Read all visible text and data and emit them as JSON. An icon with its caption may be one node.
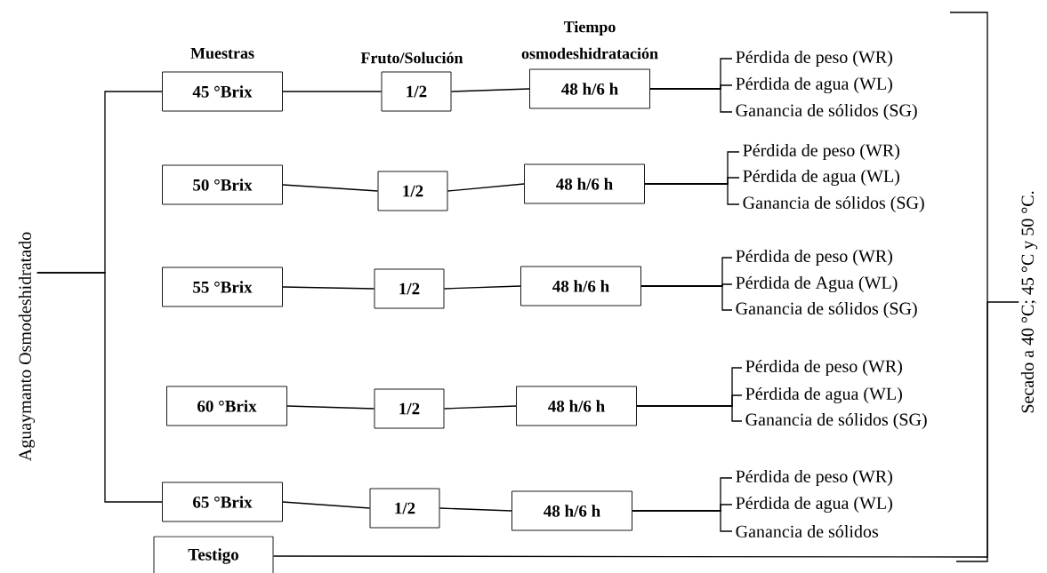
{
  "diagram": {
    "nodes": [
      {
        "text": [
          "Aguaymanto Osmodeshidratado"
        ]
      },
      {
        "text": [
          "45 °Brix"
        ]
      },
      {
        "text": [
          "1/2"
        ]
      },
      {
        "text": [
          "48 h/6 h"
        ]
      },
      {
        "text": [
          "Pérdida de peso (WR)"
        ]
      },
      {
        "text": [
          "Pérdida de agua (WL)"
        ]
      },
      {
        "text": [
          "Ganancia de sólidos (SG)"
        ]
      },
      {
        "text": [
          "50 °Brix"
        ]
      },
      {
        "text": [
          "1/2"
        ]
      },
      {
        "text": [
          "48 h/6 h"
        ]
      },
      {
        "text": [
          "Pérdida de peso (WR)"
        ]
      },
      {
        "text": [
          "Pérdida de agua (WL)"
        ]
      },
      {
        "text": [
          "Ganancia de sólidos (SG)"
        ]
      },
      {
        "text": [
          "55 °Brix"
        ]
      },
      {
        "text": [
          "1/2"
        ]
      },
      {
        "text": [
          "48 h/6 h"
        ]
      },
      {
        "text": [
          "Pérdida de peso (WR)"
        ]
      },
      {
        "text": [
          "Pérdida de Agua (WL)"
        ]
      },
      {
        "text": [
          "Ganancia de sólidos (SG)"
        ]
      },
      {
        "text": [
          "60 °Brix"
        ]
      },
      {
        "text": [
          "1/2"
        ]
      },
      {
        "text": [
          "48 h/6 h"
        ]
      },
      {
        "text": [
          "Pérdida de peso (WR)"
        ]
      },
      {
        "text": [
          "Pérdida de agua (WL)"
        ]
      },
      {
        "text": [
          "Ganancia de sólidos (SG)"
        ]
      },
      {
        "text": [
          "65 °Brix"
        ]
      },
      {
        "text": [
          "1/2"
        ]
      },
      {
        "text": [
          "48 h/6 h"
        ]
      },
      {
        "text": [
          "Pérdida de peso (WR)"
        ]
      },
      {
        "text": [
          "Pérdida de agua (WL)"
        ]
      },
      {
        "text": [
          "Ganancia de sólidos"
        ]
      },
      {
        "text": [
          "Testigo"
        ]
      },
      {
        "text": [
          "Secado a 40 °C; 45 °C y 50 °C."
        ]
      }
    ],
    "edges": [
      {
        "from": 0,
        "to": 1,
        "arrow": "none"
      },
      {
        "from": 0,
        "to": 25,
        "arrow": "none"
      },
      {
        "from": 1,
        "to": 2,
        "arrow": "none"
      },
      {
        "from": 2,
        "to": 3,
        "arrow": "none"
      },
      {
        "from": 3,
        "to": 4,
        "arrow": "none"
      },
      {
        "from": 3,
        "to": 5,
        "arrow": "none"
      },
      {
        "from": 3,
        "to": 6,
        "arrow": "none"
      },
      {
        "from": 7,
        "to": 8,
        "arrow": "none"
      },
      {
        "from": 8,
        "to": 9,
        "arrow": "none"
      },
      {
        "from": 9,
        "to": 10,
        "arrow": "none"
      },
      {
        "from": 9,
        "to": 11,
        "arrow": "none"
      },
      {
        "from": 9,
        "to": 12,
        "arrow": "none"
      },
      {
        "from": 13,
        "to": 14,
        "arrow": "none"
      },
      {
        "from": 14,
        "to": 15,
        "arrow": "none"
      },
      {
        "from": 15,
        "to": 16,
        "arrow": "none"
      },
      {
        "from": 15,
        "to": 17,
        "arrow": "none"
      },
      {
        "from": 15,
        "to": 18,
        "arrow": "none"
      },
      {
        "from": 19,
        "to": 20,
        "arrow": "none"
      },
      {
        "from": 20,
        "to": 21,
        "arrow": "none"
      },
      {
        "from": 21,
        "to": 22,
        "arrow": "none"
      },
      {
        "from": 21,
        "to": 23,
        "arrow": "none"
      },
      {
        "from": 21,
        "to": 24,
        "arrow": "none"
      },
      {
        "from": 25,
        "to": 26,
        "arrow": "none"
      },
      {
        "from": 26,
        "to": 27,
        "arrow": "none"
      },
      {
        "from": 27,
        "to": 28,
        "arrow": "none"
      },
      {
        "from": 27,
        "to": 29,
        "arrow": "none"
      },
      {
        "from": 27,
        "to": 30,
        "arrow": "none"
      },
      {
        "from": 31,
        "to": 32,
        "arrow": "none"
      }
    ],
    "labels": [
      "Muestras",
      "Fruto/Solución",
      "Tiempo osmodeshidratación"
    ]
  }
}
